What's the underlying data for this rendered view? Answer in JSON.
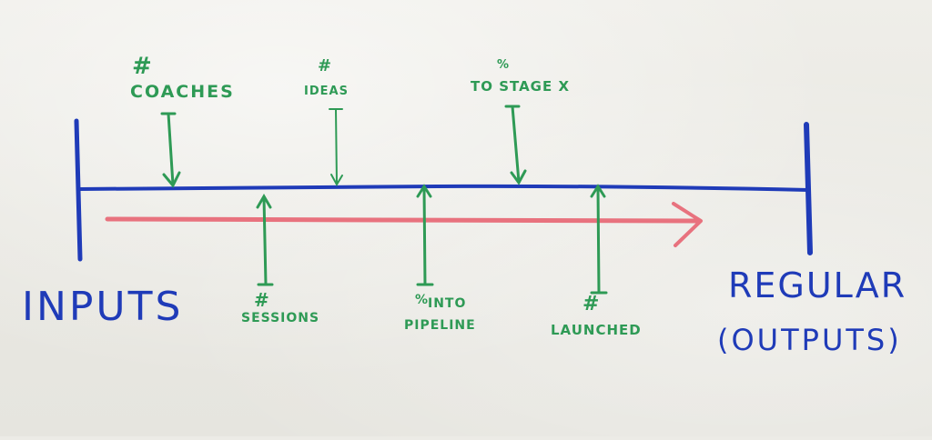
{
  "colors": {
    "paper": "#ecebe6",
    "blue_marker": "#1f3bb8",
    "green_marker": "#2e9a55",
    "red_marker": "#e8727e"
  },
  "labels": {
    "inputs": "INPUTS",
    "outputs_title": "REGULAR",
    "outputs_sub": "(OUTPUTS)"
  },
  "top_metrics": [
    {
      "symbol": "#",
      "label": "COACHES"
    },
    {
      "symbol": "#",
      "label": "IDEAS"
    },
    {
      "symbol": "%",
      "label": "TO STAGE X"
    }
  ],
  "bottom_metrics": [
    {
      "symbol": "#",
      "label": "SESSIONS"
    },
    {
      "symbol": "%",
      "label": "INTO PIPELINE"
    },
    {
      "symbol": "#",
      "label": "LAUNCHED"
    }
  ]
}
